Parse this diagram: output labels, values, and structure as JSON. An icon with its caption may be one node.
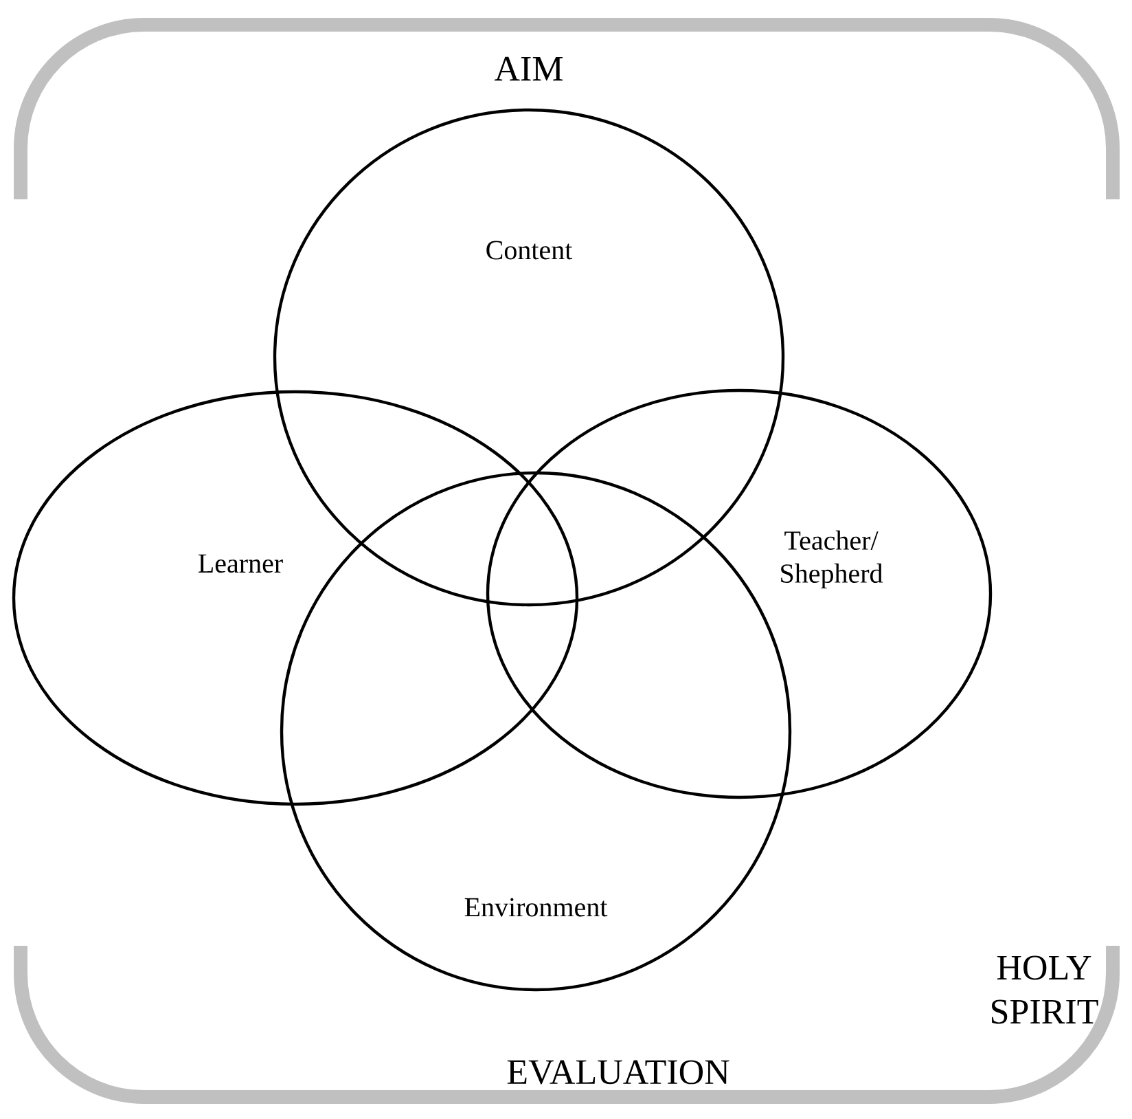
{
  "diagram": {
    "nodes": [
      {
        "text": [
          "Content"
        ]
      },
      {
        "text": [
          "Learner"
        ]
      },
      {
        "text": [
          "Teacher/ Shepherd"
        ]
      },
      {
        "text": [
          "Environment"
        ]
      }
    ],
    "labels": [
      "AIM",
      "HOLY SPIRIT",
      "EVALUATION"
    ]
  }
}
